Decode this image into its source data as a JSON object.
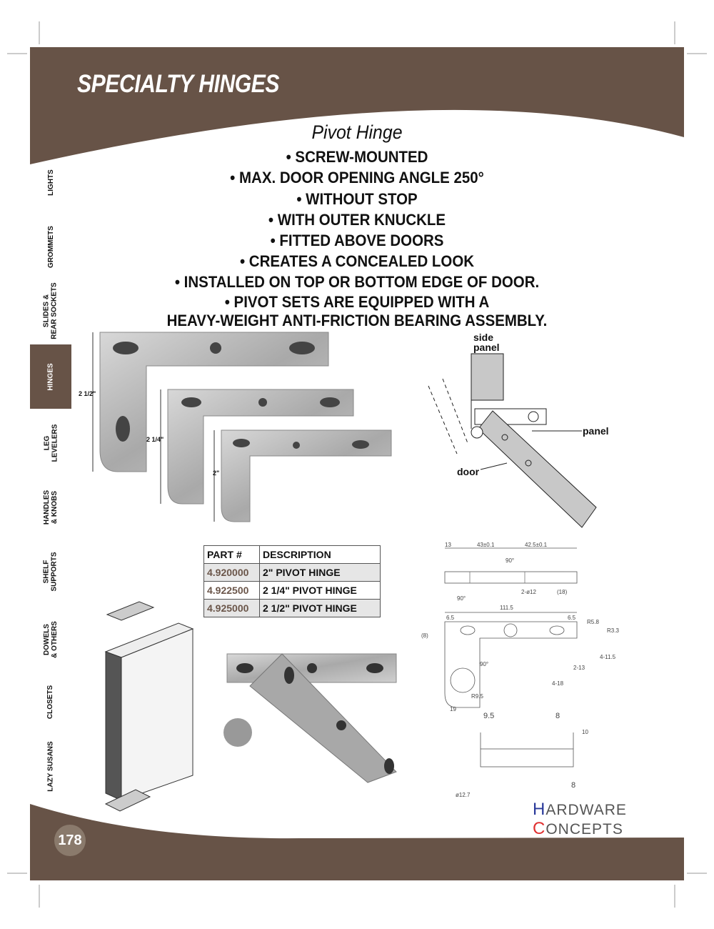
{
  "header": {
    "title": "SPECIALTY HINGES",
    "subtitle": "Pivot Hinge"
  },
  "features": [
    "• SCREW-MOUNTED",
    "• MAX. DOOR OPENING ANGLE 250°",
    "• WITHOUT STOP",
    "• WITH OUTER KNUCKLE",
    "• FITTED ABOVE DOORS",
    "• CREATES A CONCEALED LOOK",
    "• INSTALLED ON TOP OR BOTTOM EDGE OF DOOR.",
    "• PIVOT SETS ARE EQUIPPED WITH A",
    "HEAVY-WEIGHT ANTI-FRICTION BEARING ASSEMBLY."
  ],
  "sidebar": [
    {
      "label": "LIGHTS"
    },
    {
      "label": "GROMMETS"
    },
    {
      "label": "SLIDES &\nREAR SOCKETS"
    },
    {
      "label": "HINGES",
      "active": true
    },
    {
      "label": "LEG\nLEVELERS"
    },
    {
      "label": "HANDLES\n& KNOBS"
    },
    {
      "label": "SHELF\nSUPPORTS"
    },
    {
      "label": "DOWELS\n& OTHERS"
    },
    {
      "label": "CLOSETS"
    },
    {
      "label": "LAZY SUSANS"
    }
  ],
  "sizes": [
    "2 1/2\"",
    "2 1/4\"",
    "2\""
  ],
  "diagram": {
    "side_panel": "side\npanel",
    "panel": "panel",
    "door": "door"
  },
  "table": {
    "headers": [
      "PART #",
      "DESCRIPTION"
    ],
    "rows": [
      [
        "4.920000",
        "2\" PIVOT HINGE"
      ],
      [
        "4.922500",
        "2 1/4\" PIVOT HINGE"
      ],
      [
        "4.925000",
        "2 1/2\" PIVOT HINGE"
      ]
    ]
  },
  "drawing": {
    "dims": [
      "13",
      "43±0.1",
      "42.5±0.1",
      "90°",
      "90°",
      "2-ø12",
      "(18)",
      "111.5",
      "6.5",
      "6.5",
      "R5.8",
      "R3.3",
      "(8)",
      "90°",
      "2-13",
      "4-18",
      "4-11.5",
      "R9.5",
      "19",
      "9.5",
      "8",
      "10",
      "8",
      "ø12.7"
    ]
  },
  "logo": {
    "line1": "ARDWARE",
    "line2": "ONCEPTS",
    "h": "H",
    "c": "C"
  },
  "page_number": "178",
  "colors": {
    "brown": "#675347",
    "logo_blue": "#2a3a9a",
    "logo_red": "#e03030"
  }
}
